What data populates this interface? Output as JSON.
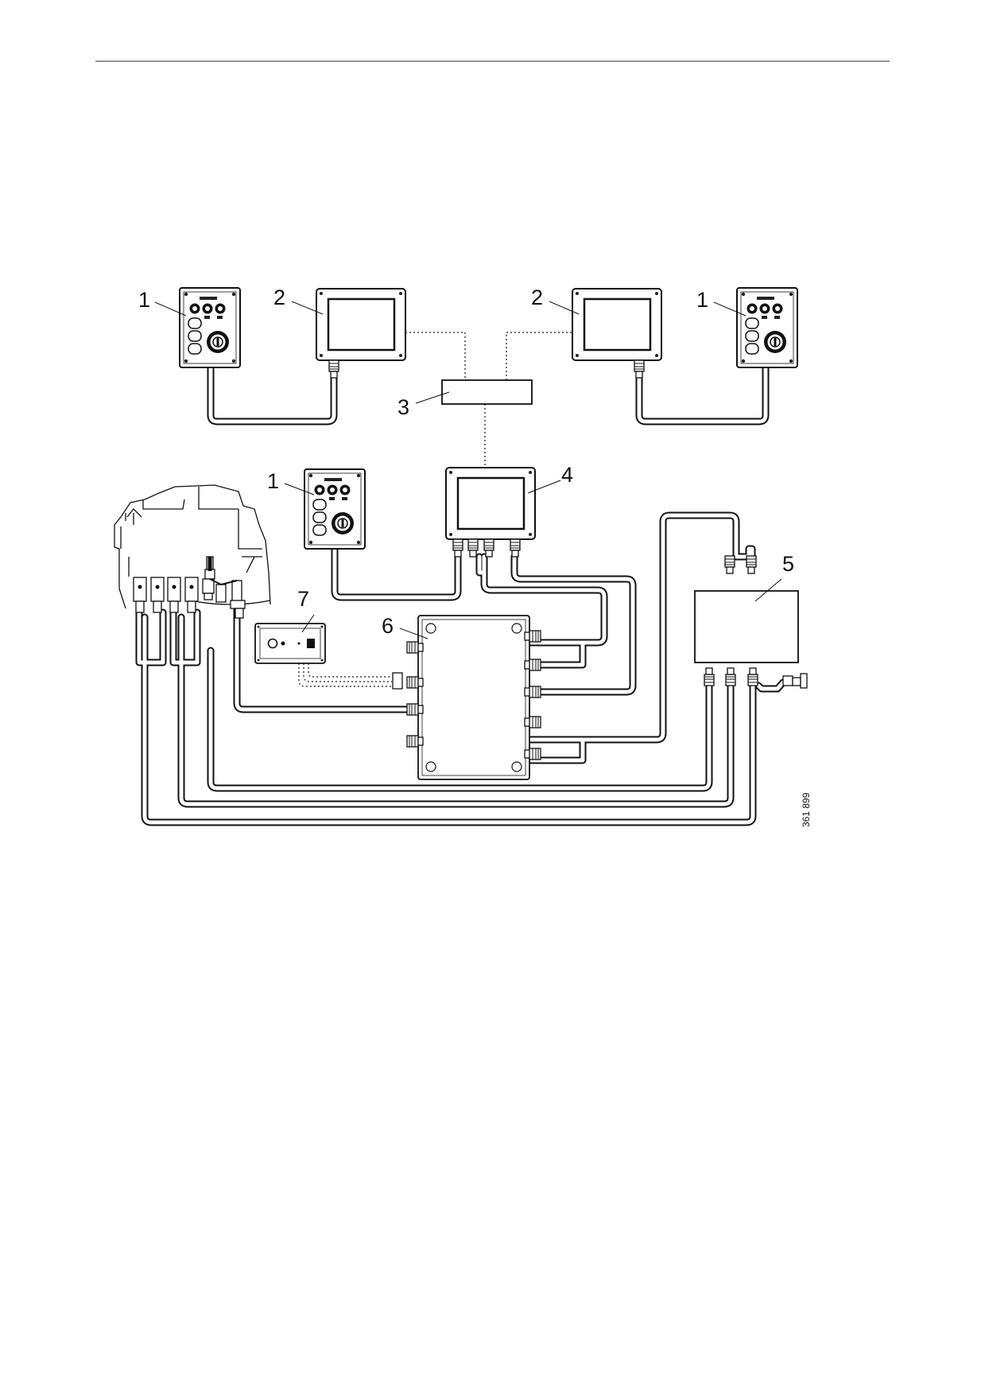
{
  "document": {
    "figure": {
      "callouts": {
        "c1a": "1",
        "c2a": "2",
        "c2b": "2",
        "c1b": "1",
        "c3": "3",
        "c1c": "1",
        "c4": "4",
        "c5": "5",
        "c7": "7",
        "c6": "6"
      },
      "figure_id": "361 899"
    }
  },
  "icons": {
    "control_panel": "control-panel-icon",
    "display": "display-unit-icon",
    "engine": "engine-icon",
    "junction_box": "junction-box-icon"
  }
}
